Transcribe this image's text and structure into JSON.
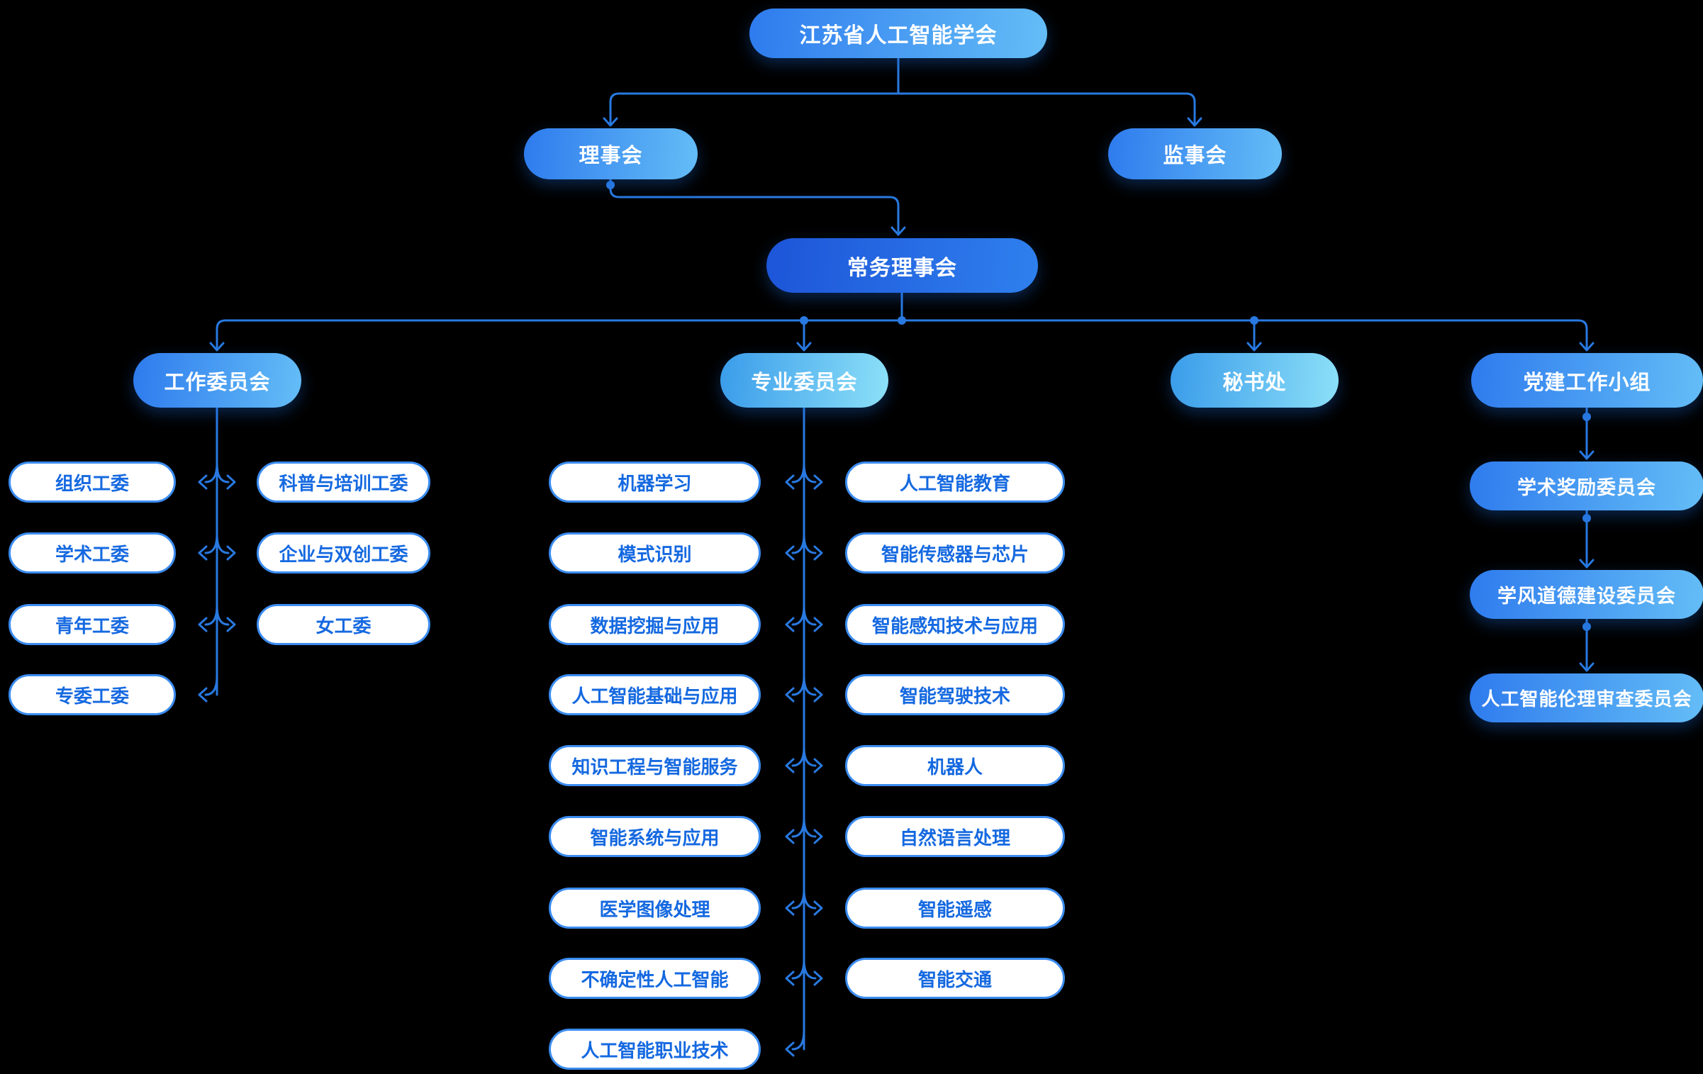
{
  "appearance": {
    "background_color": "#000000",
    "connector_color": "#2979e0",
    "node_text_color": "#1569e0",
    "node_border_color": "#3b8cf0",
    "node_fill_color": "#ffffff",
    "gradient_blue_start": "#2e7bee",
    "gradient_blue_end": "#64bdf6",
    "gradient_dark_start": "#1d55d8",
    "gradient_dark_end": "#2f80ee",
    "gradient_cyan_start": "#3a9cea",
    "gradient_cyan_end": "#8ce0f8"
  },
  "org_chart": {
    "root": {
      "label": "江苏省人工智能学会"
    },
    "council": {
      "label": "理事会"
    },
    "supervisory_board": {
      "label": "监事会"
    },
    "standing_council": {
      "label": "常务理事会"
    },
    "working_committee": {
      "label": "工作委员会",
      "left_items": [
        "组织工委",
        "学术工委",
        "青年工委",
        "专委工委"
      ],
      "right_items": [
        "科普与培训工委",
        "企业与双创工委",
        "女工委"
      ]
    },
    "professional_committee": {
      "label": "专业委员会",
      "left_items": [
        "机器学习",
        "模式识别",
        "数据挖掘与应用",
        "人工智能基础与应用",
        "知识工程与智能服务",
        "智能系统与应用",
        "医学图像处理",
        "不确定性人工智能",
        "人工智能职业技术"
      ],
      "right_items": [
        "人工智能教育",
        "智能传感器与芯片",
        "智能感知技术与应用",
        "智能驾驶技术",
        "机器人",
        "自然语言处理",
        "智能遥感",
        "智能交通"
      ]
    },
    "secretariat": {
      "label": "秘书处"
    },
    "party_building_group": {
      "label": "党建工作小组",
      "chain": [
        "学术奖励委员会",
        "学风道德建设委员会",
        "人工智能伦理审查委员会"
      ]
    }
  }
}
